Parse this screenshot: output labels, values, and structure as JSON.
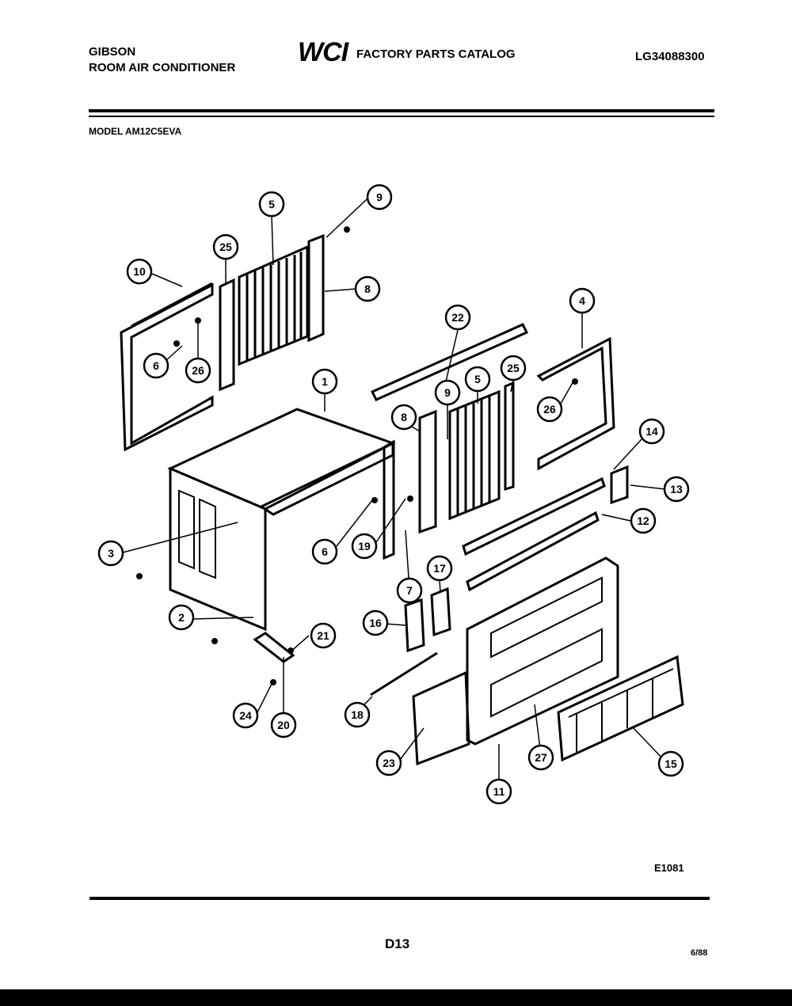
{
  "header": {
    "brand_line1": "GIBSON",
    "brand_line2": "ROOM AIR CONDITIONER",
    "logo": "WCI",
    "catalog_title": "FACTORY PARTS CATALOG",
    "catalog_number": "LG34088300",
    "model_label": "MODEL AM12C5EVA"
  },
  "callouts": [
    "10",
    "25",
    "5",
    "9",
    "8",
    "6",
    "26",
    "1",
    "22",
    "9",
    "5",
    "25",
    "4",
    "26",
    "8",
    "14",
    "13",
    "12",
    "3",
    "6",
    "19",
    "7",
    "17",
    "16",
    "2",
    "21",
    "24",
    "20",
    "18",
    "23",
    "11",
    "27",
    "15"
  ],
  "footer": {
    "figure_code": "E1081",
    "page_code": "D13",
    "date_code": "6/88"
  }
}
